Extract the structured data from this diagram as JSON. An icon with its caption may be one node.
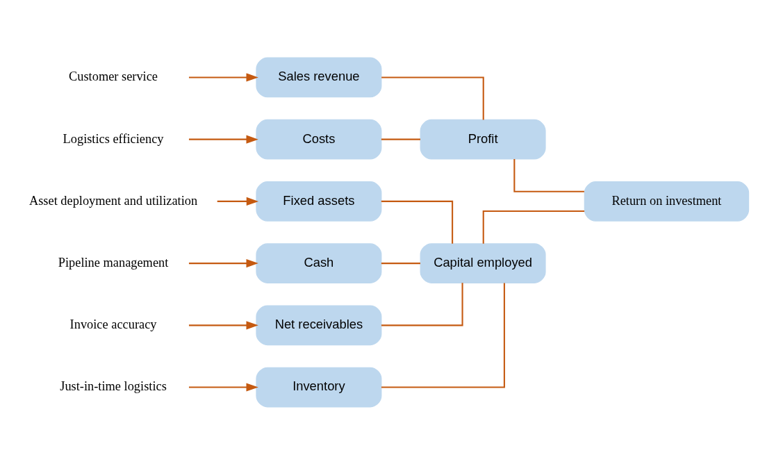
{
  "diagram": {
    "nodes": [
      {
        "text": [
          "Customer service"
        ]
      },
      {
        "text": [
          "Sales revenue"
        ]
      },
      {
        "text": [
          "Logistics efficiency"
        ]
      },
      {
        "text": [
          "Costs"
        ]
      },
      {
        "text": [
          "Profit"
        ]
      },
      {
        "text": [
          "Pipeline management"
        ]
      },
      {
        "text": [
          "Cash"
        ]
      },
      {
        "text": [
          "Invoice accuracy"
        ]
      },
      {
        "text": [
          "Net receivables"
        ]
      },
      {
        "text": [
          "Just-in-time logistics"
        ]
      },
      {
        "text": [
          "Inventory"
        ]
      },
      {
        "text": [
          "Asset deployment and utilization"
        ]
      },
      {
        "text": [
          "Fixed assets"
        ]
      },
      {
        "text": [
          "Capital employed"
        ]
      },
      {
        "text": [
          "Return on investment"
        ]
      }
    ],
    "edges": [
      {
        "from": 0,
        "to": 1,
        "arrow": "to"
      },
      {
        "from": 2,
        "to": 3,
        "arrow": "to"
      },
      {
        "from": 1,
        "to": 4,
        "arrow": "none"
      },
      {
        "from": 3,
        "to": 4,
        "arrow": "none"
      },
      {
        "from": 5,
        "to": 6,
        "arrow": "to"
      },
      {
        "from": 7,
        "to": 8,
        "arrow": "to"
      },
      {
        "from": 9,
        "to": 10,
        "arrow": "to"
      },
      {
        "from": 11,
        "to": 12,
        "arrow": "to"
      },
      {
        "from": 6,
        "to": 13,
        "arrow": "none"
      },
      {
        "from": 8,
        "to": 13,
        "arrow": "none"
      },
      {
        "from": 10,
        "to": 13,
        "arrow": "none"
      },
      {
        "from": 12,
        "to": 13,
        "arrow": "none"
      },
      {
        "from": 4,
        "to": 14,
        "arrow": "none"
      },
      {
        "from": 13,
        "to": 14,
        "arrow": "none"
      }
    ]
  }
}
